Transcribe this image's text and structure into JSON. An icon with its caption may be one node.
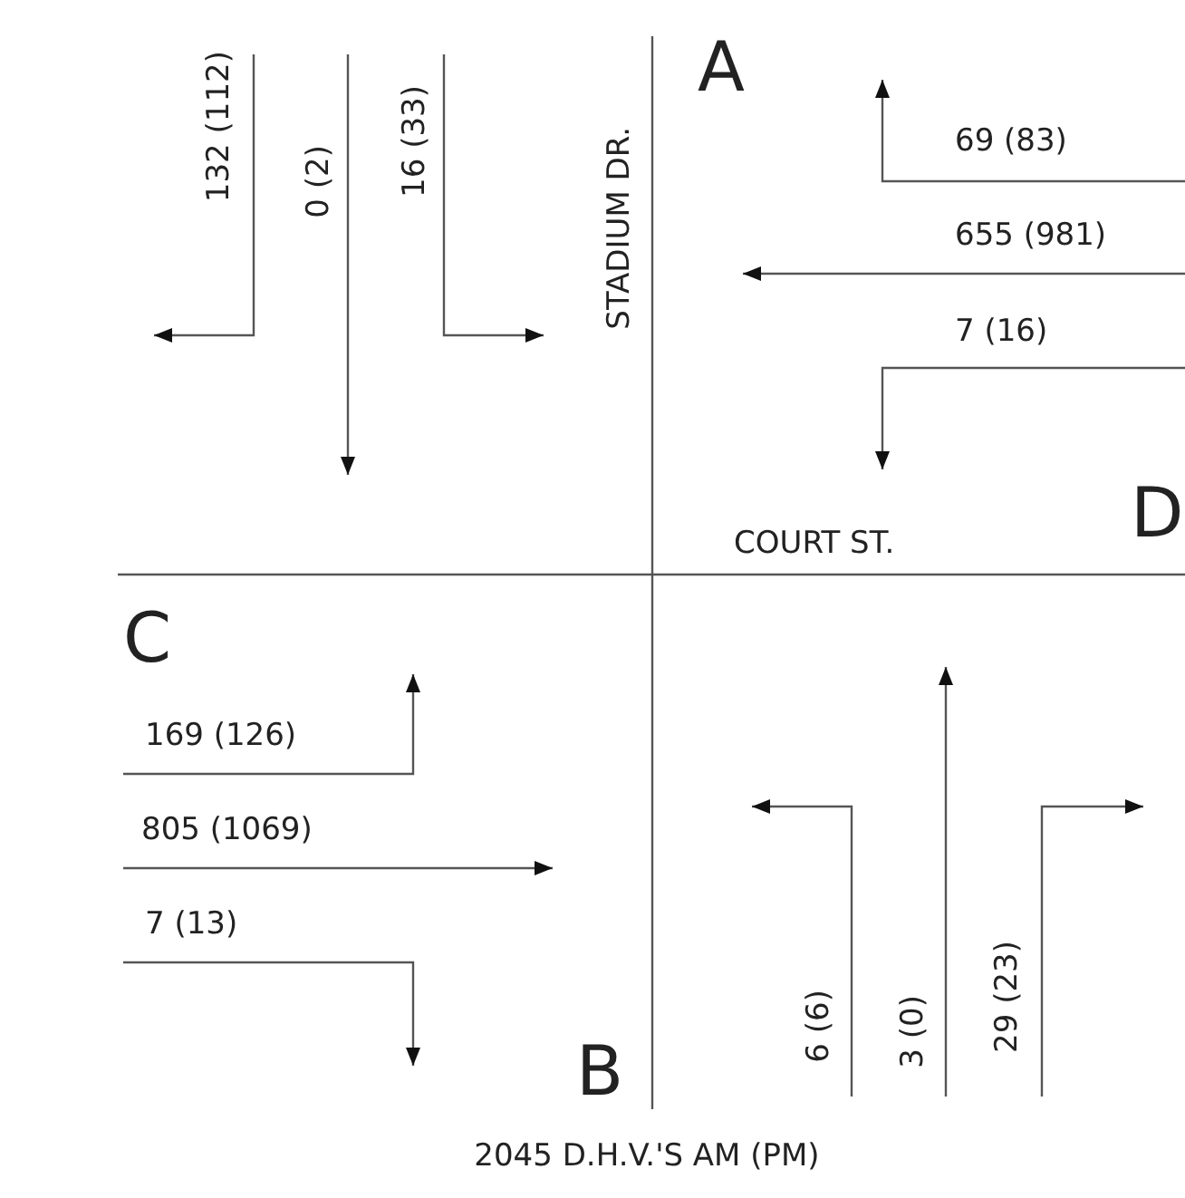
{
  "diagram": {
    "caption": "2045 D.H.V.'S AM (PM)",
    "labels": [
      "132 (112)",
      "0 (2)",
      "16 (33)",
      "A",
      "STADIUM DR.",
      "69 (83)",
      "655 (981)",
      "7 (16)",
      "D",
      "COURT ST.",
      "C",
      "169 (126)",
      "805 (1069)",
      "7 (13)",
      "B",
      "6 (6)",
      "3 (0)",
      "29 (23)"
    ]
  }
}
